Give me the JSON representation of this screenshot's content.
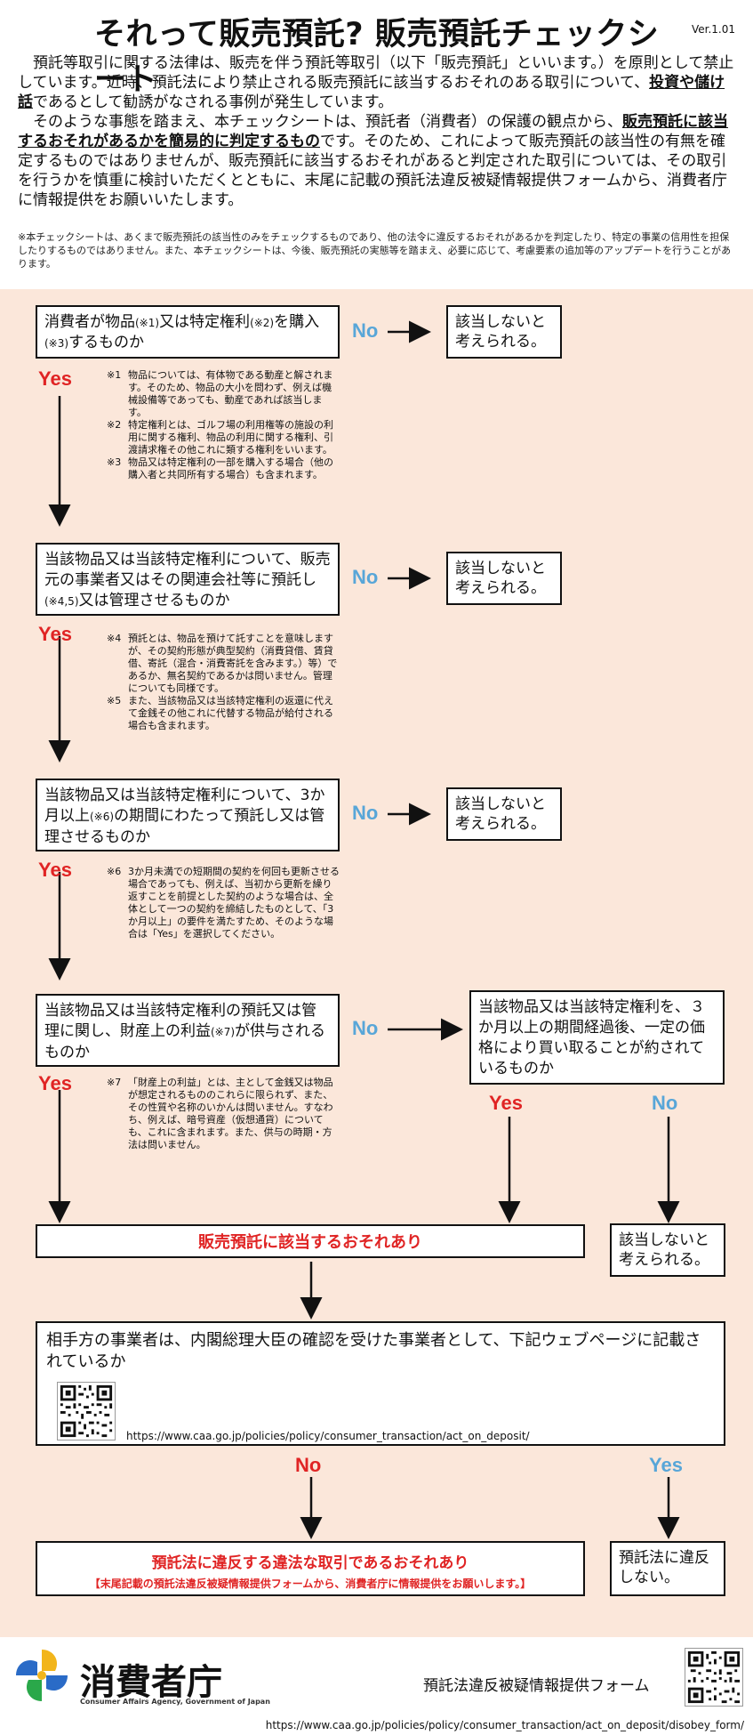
{
  "header": {
    "title": "それって販売預託? 販売預託チェックシート",
    "version": "Ver.1.01",
    "intro_p1_a": "預託等取引に関する法律は、販売を伴う預託等取引（以下「販売預託」といいます。）を原則として禁止しています。近時、預託法により禁止される販売預託に該当するおそれのある取引について、",
    "intro_p1_b": "投資や儲け話",
    "intro_p1_c": "であるとして勧誘がなされる事例が発生しています。",
    "intro_p2_a": "そのような事態を踏まえ、本チェックシートは、預託者（消費者）の保護の観点から、",
    "intro_p2_b": "販売預託に該当するおそれがあるかを簡易的に判定するもの",
    "intro_p2_c": "です。そのため、これによって販売預託の該当性の有無を確定するものではありませんが、販売預託に該当するおそれがあると判定された取引については、その取引を行うかを慎重に検討いただくとともに、末尾に記載の預託法違反被疑情報提供フォームから、消費者庁に情報提供をお願いいたします。",
    "note": "※本チェックシートは、あくまで販売預託の該当性のみをチェックするものであり、他の法令に違反するおそれがあるかを判定したり、特定の事業の信用性を担保したりするものではありません。また、本チェックシートは、今後、販売預託の実態等を踏まえ、必要に応じて、考慮要素の追加等のアップデートを行うことがあります。"
  },
  "labels": {
    "yes": "Yes",
    "no": "No",
    "not_applicable": "該当しないと考えられる。"
  },
  "q1": {
    "a": "消費者が物品",
    "b": "(※1)",
    "c": "又は特定権利",
    "d": "(※2)",
    "e": "を購入",
    "f": "(※3)",
    "g": "するものか"
  },
  "notes1": [
    {
      "tag": "※1",
      "text": "物品については、有体物である動産と解されます。そのため、物品の大小を問わず、例えば機械設備等であっても、動産であれば該当します。"
    },
    {
      "tag": "※2",
      "text": "特定権利とは、ゴルフ場の利用権等の施設の利用に関する権利、物品の利用に関する権利、引渡請求権その他これに類する権利をいいます。"
    },
    {
      "tag": "※3",
      "text": "物品又は特定権利の一部を購入する場合（他の購入者と共同所有する場合）も含まれます。"
    }
  ],
  "q2": {
    "a": "当該物品又は当該特定権利について、販売元の事業者又はその関連会社等に預託し",
    "b": "(※4,5)",
    "c": "又は管理させるものか"
  },
  "notes2": [
    {
      "tag": "※4",
      "text": "預託とは、物品を預けて託すことを意味しますが、その契約形態が典型契約（消費貸借、賃貸借、寄託（混合・消費寄託を含みます。）等）であるか、無名契約であるかは問いません。管理についても同様です。"
    },
    {
      "tag": "※5",
      "text": "また、当該物品又は当該特定権利の返還に代えて金銭その他これに代替する物品が給付される場合も含まれます。"
    }
  ],
  "q3": {
    "a": "当該物品又は当該特定権利について、3か月以上",
    "b": "(※6)",
    "c": "の期間にわたって預託し又は管理させるものか"
  },
  "notes3": [
    {
      "tag": "※6",
      "text": "3か月未満での短期間の契約を何回も更新させる場合であっても、例えば、当初から更新を繰り返すことを前提とした契約のような場合は、全体として一つの契約を締結したものとして、「3か月以上」の要件を満たすため、そのような場合は「Yes」を選択してください。"
    }
  ],
  "q4": {
    "a": "当該物品又は当該特定権利の預託又は管理に関し、財産上の利益",
    "b": "(※7)",
    "c": "が供与されるものか"
  },
  "q4b": {
    "text": "当該物品又は当該特定権利を、３か月以上の期間経過後、一定の価格により買い取ることが約されているものか"
  },
  "notes4": [
    {
      "tag": "※7",
      "text": "「財産上の利益」とは、主として金銭又は物品が想定されるもののこれらに限られず、また、その性質や名称のいかんは問いません。すなわち、例えば、暗号資産（仮想通貨）についても、これに含まれます。また、供与の時期・方法は問いません。"
    }
  ],
  "result_main": "販売預託に該当するおそれあり",
  "web_check": {
    "text": "相手方の事業者は、内閣総理大臣の確認を受けた事業者として、下記ウェブページに記載されているか",
    "url": "https://www.caa.go.jp/policies/policy/consumer_transaction/act_on_deposit/"
  },
  "violation": {
    "main": "預託法に違反する違法な取引であるおそれあり",
    "sub": "【末尾記載の預託法違反被疑情報提供フォームから、消費者庁に情報提供をお願いします。】"
  },
  "no_violation": "預託法に違反しない。",
  "footer": {
    "logo_text": "消費者庁",
    "logo_sub": "Consumer Affairs Agency, Government of Japan",
    "form_label": "預託法違反被疑情報提供フォーム",
    "form_url": "https://www.caa.go.jp/policies/policy/consumer_transaction/act_on_deposit/disobey_form/"
  },
  "colors": {
    "flow_bg": "#fbe7da",
    "yes": "#e02424",
    "no": "#58a6d8",
    "logo_yellow": "#f2b51b",
    "logo_green": "#2aa84a",
    "logo_blue": "#2a6bc7"
  }
}
